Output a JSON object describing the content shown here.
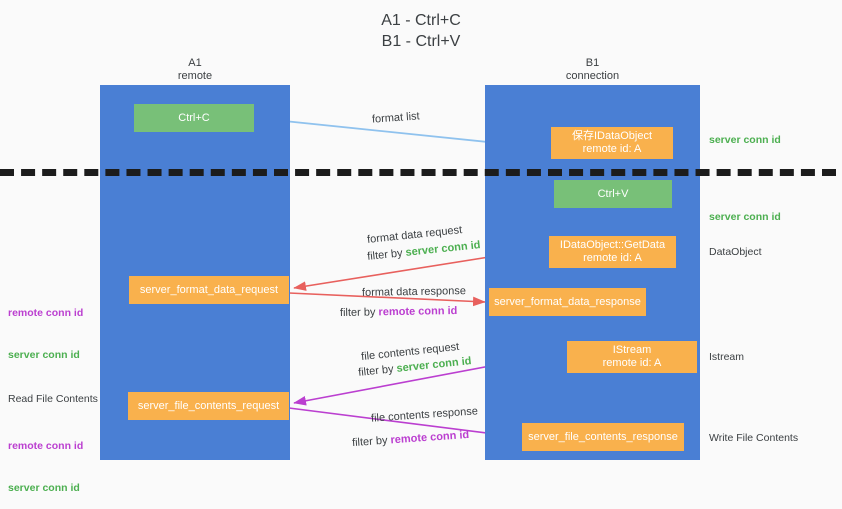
{
  "title": "A1 - Ctrl+C\nB1 - Ctrl+V",
  "colors": {
    "lane": "#4a7fd4",
    "node_green": "#78c078",
    "node_orange": "#f9b14d",
    "arrow_lightblue": "#8fc2ee",
    "arrow_red": "#e8605d",
    "arrow_purple": "#bb3fd0",
    "arrow_black": "#1c1c1c",
    "text_green": "#4caf50",
    "text_purple": "#bb3fd0",
    "background": "#fafafa"
  },
  "lanes": [
    {
      "id": "A1",
      "title": "A1\nremote"
    },
    {
      "id": "B1",
      "title": "B1\nconnection"
    }
  ],
  "nodes": {
    "ctrl_c": "Ctrl+C",
    "data_object": "保存IDataObject\nremote id: A",
    "ctrl_v": "Ctrl+V",
    "get_data": "IDataObject::GetData\nremote id: A",
    "format_data_request": "server_format_data_request",
    "format_data_response": "server_format_data_response",
    "istream": "IStream\nremote id: A",
    "file_contents_request": "server_file_contents_request",
    "file_contents_response": "server_file_contents_response"
  },
  "edge_labels": {
    "format_list": "format list",
    "format_data_request": "format data request",
    "format_data_request_filter_prefix": "filter by ",
    "format_data_request_filter_key": "server conn id",
    "format_data_response": "format data response",
    "format_data_response_filter_prefix": "filter by ",
    "format_data_response_filter_key": "remote conn id",
    "file_contents_request": "file contents request",
    "file_contents_request_filter_prefix": "filter by ",
    "file_contents_request_filter_key": "server conn id",
    "file_contents_response": "file contents response",
    "file_contents_response_filter_prefix": "filter by ",
    "file_contents_response_filter_key": "remote conn id"
  },
  "annotations": {
    "right_server_conn_id_1": "server conn id",
    "right_server_conn_id_2": "server conn id",
    "right_dataobject": "DataObject",
    "right_istream": "Istream",
    "right_write_file_contents": "Write File Contents",
    "left_remote_conn_id_1": "remote conn id",
    "left_server_conn_id_1": "server conn id",
    "left_read_file_contents": "Read File Contents",
    "left_remote_conn_id_2": "remote conn id",
    "left_server_conn_id_2": "server conn id"
  }
}
